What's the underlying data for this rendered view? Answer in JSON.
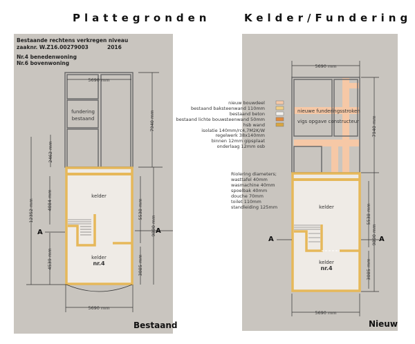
{
  "title": {
    "left": "Plattegronden",
    "right": "Kelder/Fundering"
  },
  "left_panel": {
    "notes": [
      "Bestaande rechtens verkregen niveau",
      "zaaknr. W.Z16.00279003",
      "2016",
      "Nr.4 benedenwoning",
      "Nr.6 bovenwoning"
    ],
    "rooms": {
      "fundering": "fundering",
      "bestaand": "bestaand",
      "kelder_top": "kelder",
      "kelder_bottom": "kelder",
      "nr": "nr.4"
    },
    "dims": {
      "top": "5690 mm",
      "d7940": "7940 mm",
      "d2462": "2462 mm",
      "d12352": "12352 mm",
      "d4084": "4084 mm",
      "d4539": "4539 mm",
      "d5538": "5538 mm",
      "d9890": "9890 mm",
      "d3085": "3085 mm",
      "bottom": "5690 mm"
    },
    "section": "A",
    "label": "Bestaand"
  },
  "legend": {
    "items": [
      {
        "label": "nieuw bouwdeel",
        "color": "#f6c8a6"
      },
      {
        "label": "bestaand  baksteenwand 110mm",
        "color": "#f1cf86"
      },
      {
        "label": "bestaand  beton",
        "color": "#f4f2ee"
      },
      {
        "label": "bestaand lichte bouwsteenwand 50mm",
        "color": "#e08a3c"
      },
      {
        "label": "hsb wand",
        "color": "#d9a640"
      }
    ],
    "hsb_details": [
      "isolatie 140mm/rc4,7M2K/W",
      "regelwerk 38x140mm",
      "binnen 12mm gipsplaat",
      "onderlaag 12mm osb"
    ],
    "riolering": [
      "Riolering diameters;",
      "wasttafel 40mm",
      "wasmachine 40mm",
      "spoelbak 40mm",
      "douche 70mm",
      "toilet 110mm",
      "standleiding 125mm"
    ]
  },
  "right_panel": {
    "annotations": [
      "nieuwe funderingsstroken",
      "vigs opgave constructeur"
    ],
    "rooms": {
      "kelder_top": "kelder",
      "kelder_bottom": "kelder",
      "nr": "nr.4"
    },
    "dims": {
      "top": "5690 mm",
      "d7940": "7940 mm",
      "d5538": "5538 mm",
      "d9890": "9890 mm",
      "d3085": "3085 mm",
      "bottom": "5690 mm"
    },
    "section": "A",
    "label": "Nieuw"
  }
}
